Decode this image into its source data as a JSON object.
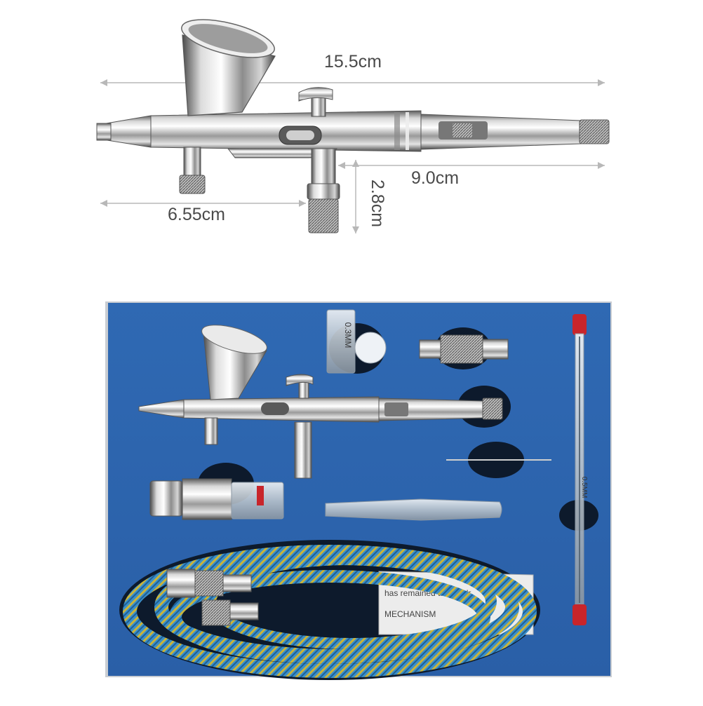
{
  "dimensions": {
    "overall_length": "15.5cm",
    "rear_length": "9.0cm",
    "height": "2.8cm",
    "front_length": "6.55cm"
  },
  "kit_labels": {
    "nozzle_pack": "0.3MM",
    "needle_tube": "0.5MM",
    "card_line_1": "has remained the air dr",
    "card_line_2": "MECHANISM"
  },
  "colors": {
    "foam_blue": "#2c64ae",
    "chrome_light": "#f4f4f4",
    "chrome_dark": "#6b6b6b",
    "hose_blue": "#3b8fc9",
    "hose_yellow": "#c9b43a",
    "needle_cap_red": "#c8252b",
    "dimension_line": "#b8b8b8",
    "label_text": "#4a4a4a"
  }
}
